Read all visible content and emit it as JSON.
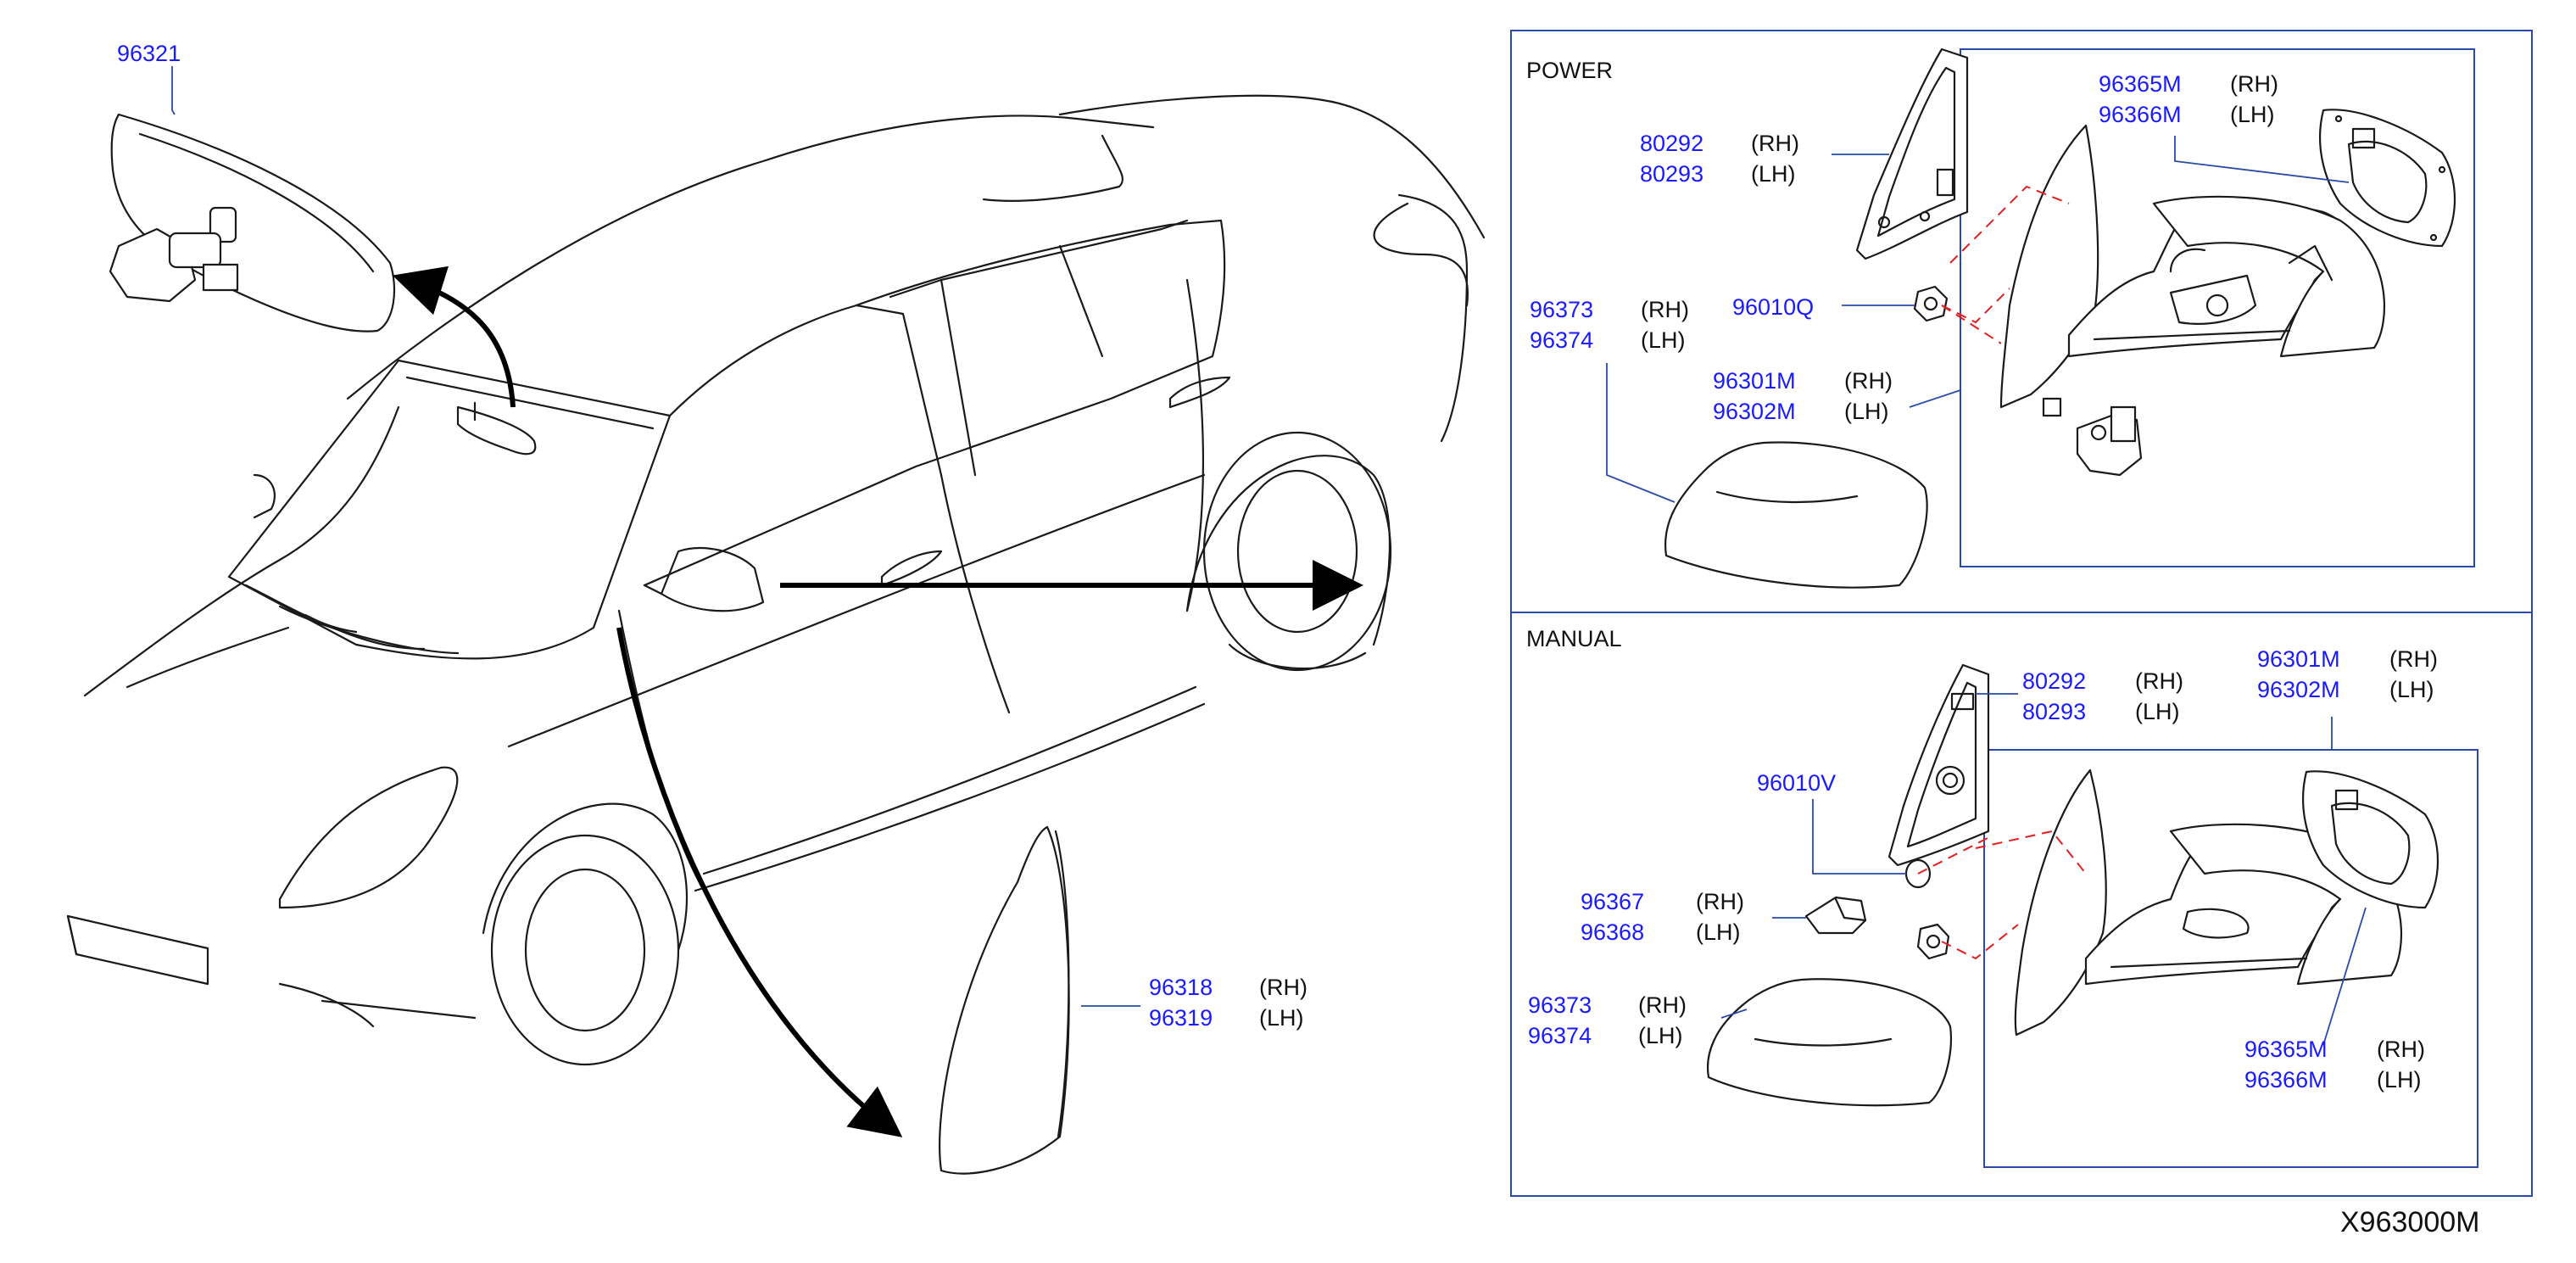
{
  "diagram_id": "X963000M",
  "sections": {
    "power": {
      "title": "POWER"
    },
    "manual": {
      "title": "MANUAL"
    }
  },
  "labels": {
    "p96321": {
      "parts": [
        "96321"
      ],
      "sides": []
    },
    "p96318": {
      "parts": [
        "96318",
        "96319"
      ],
      "sides": [
        "(RH)",
        "(LH)"
      ]
    },
    "power_80292": {
      "parts": [
        "80292",
        "80293"
      ],
      "sides": [
        "(RH)",
        "(LH)"
      ]
    },
    "power_96365": {
      "parts": [
        "96365M",
        "96366M"
      ],
      "sides": [
        "(RH)",
        "(LH)"
      ]
    },
    "power_96373": {
      "parts": [
        "96373",
        "96374"
      ],
      "sides": [
        "(RH)",
        "(LH)"
      ]
    },
    "power_96010": {
      "parts": [
        "96010Q"
      ],
      "sides": []
    },
    "power_96301": {
      "parts": [
        "96301M",
        "96302M"
      ],
      "sides": [
        "(RH)",
        "(LH)"
      ]
    },
    "manual_80292": {
      "parts": [
        "80292",
        "80293"
      ],
      "sides": [
        "(RH)",
        "(LH)"
      ]
    },
    "manual_96301": {
      "parts": [
        "96301M",
        "96302M"
      ],
      "sides": [
        "(RH)",
        "(LH)"
      ]
    },
    "manual_96010": {
      "parts": [
        "96010V"
      ],
      "sides": []
    },
    "manual_96367": {
      "parts": [
        "96367",
        "96368"
      ],
      "sides": [
        "(RH)",
        "(LH)"
      ]
    },
    "manual_96373": {
      "parts": [
        "96373",
        "96374"
      ],
      "sides": [
        "(RH)",
        "(LH)"
      ]
    },
    "manual_96365": {
      "parts": [
        "96365M",
        "96366M"
      ],
      "sides": [
        "(RH)",
        "(LH)"
      ]
    }
  },
  "colors": {
    "part_number": "#1a1aff",
    "leader": "#2a4aa8",
    "line": "#1a1a1a",
    "dash": "#e02020"
  }
}
